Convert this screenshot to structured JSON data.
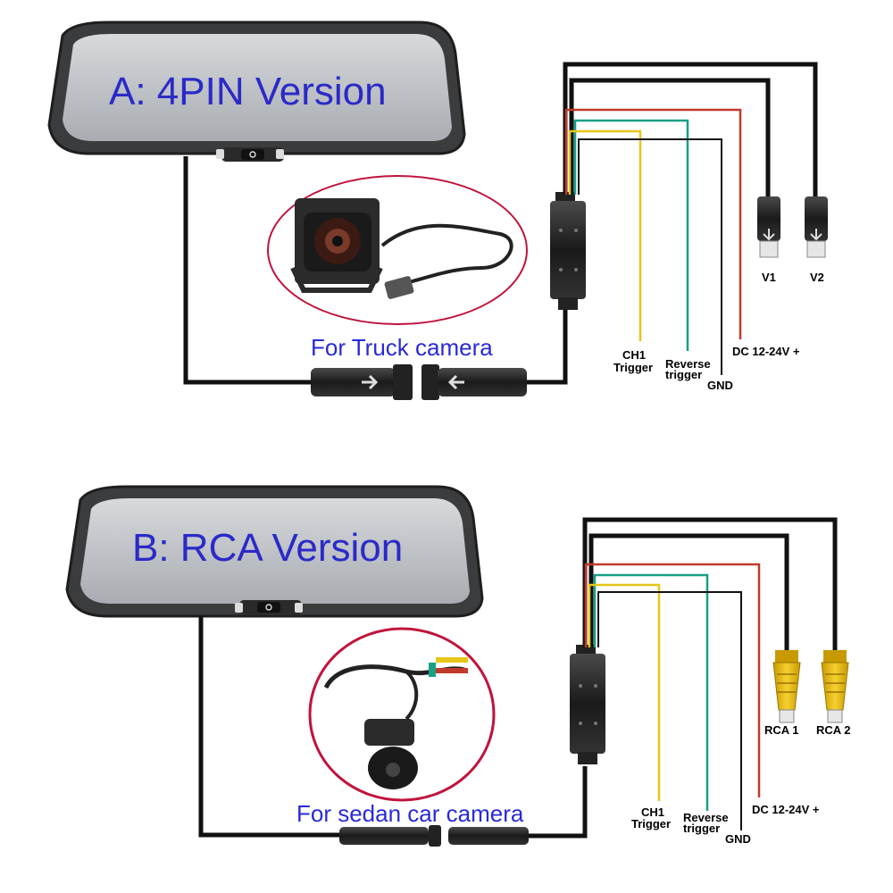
{
  "section_a": {
    "title": "A: 4PIN Version",
    "caption": "For Truck camera",
    "outputs": [
      "V1",
      "V2"
    ],
    "wires": {
      "ch1_line1": "CH1",
      "ch1_line2": "Trigger",
      "reverse_line1": "Reverse",
      "reverse_line2": "trigger",
      "gnd": "GND",
      "dc": "DC 12-24V +"
    }
  },
  "section_b": {
    "title": "B: RCA Version",
    "caption": "For sedan car camera",
    "outputs": [
      "RCA 1",
      "RCA 2"
    ],
    "wires": {
      "ch1_line1": "CH1",
      "ch1_line2": "Trigger",
      "reverse_line1": "Reverse",
      "reverse_line2": "trigger",
      "gnd": "GND",
      "dc": "DC 12-24V +"
    }
  },
  "colors": {
    "title_text": "#2a2ac8",
    "wire_red": "#c0392b",
    "wire_green": "#16a085",
    "wire_yellow": "#e6c619",
    "wire_black": "#111111",
    "rca_plug": "#f1c40f",
    "circle_border": "#c0143c"
  }
}
